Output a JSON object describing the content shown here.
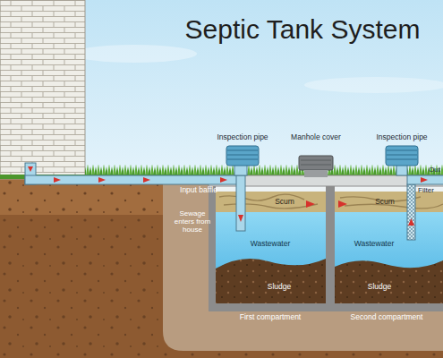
{
  "diagram": {
    "title": "Septic Tank System",
    "labels": [
      "Inspection pipe",
      "Manhole cover",
      "Inspection pipe",
      "Input baffle",
      "Sewage enters from house",
      "Scum",
      "Wastewater",
      "Sludge",
      "Scum",
      "Filter",
      "Wastewater",
      "Sludge",
      "First compartment",
      "Second compartment",
      "Out"
    ]
  }
}
